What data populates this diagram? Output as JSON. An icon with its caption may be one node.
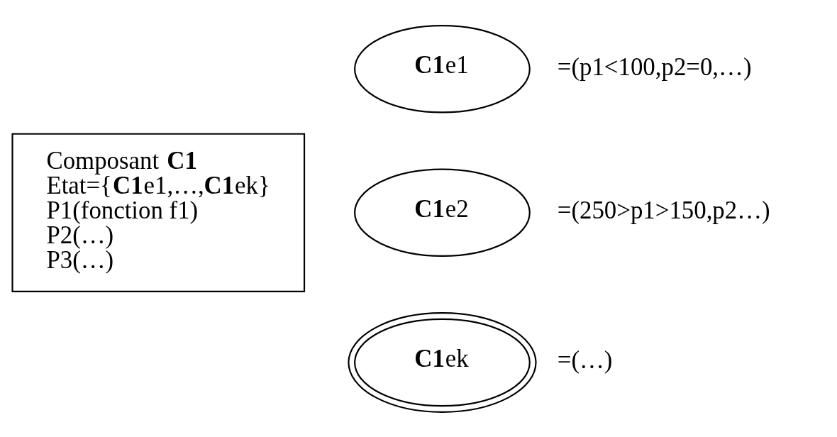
{
  "diagram": {
    "nodes": [
      {
        "text": [
          "Composant **C1**",
          "Etat={**C1**e1,…,**C1**ek}",
          "P1(fonction f1)",
          "P2(…)",
          "P3(…)"
        ]
      },
      {
        "text": [
          "**C1**e1"
        ],
        "beside": [
          "=(p1<100,p2=0,…)"
        ]
      },
      {
        "text": [
          "**C1**e2"
        ],
        "beside": [
          "=(250>p1>150,p2…)"
        ]
      },
      {
        "text": [
          "**C1**ek"
        ],
        "beside": [
          "=(…)"
        ]
      }
    ]
  }
}
